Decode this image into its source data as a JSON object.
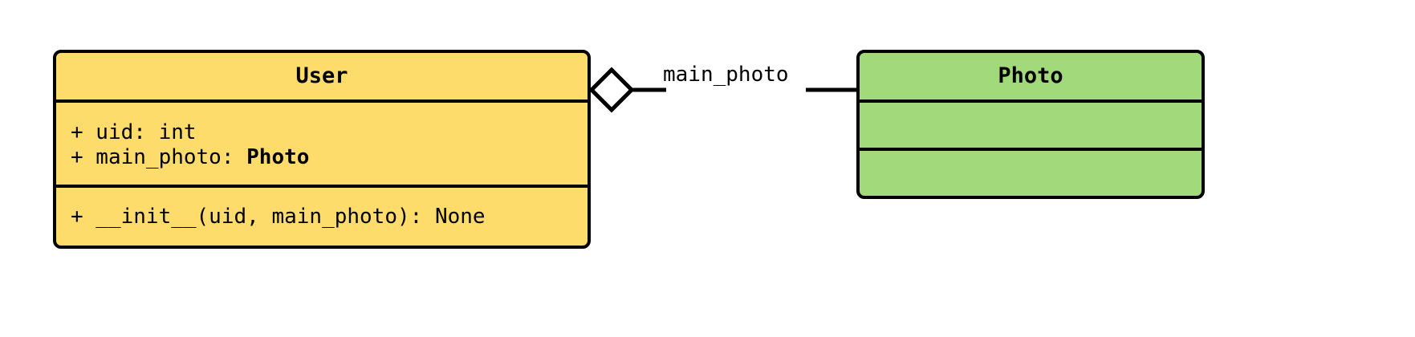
{
  "diagram": {
    "type": "uml-class-diagram",
    "background_color": "#FFFFFF",
    "line_color": "#000000"
  },
  "classes": [
    {
      "id": "user",
      "name": "User",
      "fill_color": "#FDDC6C",
      "attributes": [
        {
          "visibility": "+",
          "text_before": "+ uid: int",
          "name": "uid",
          "type": "int",
          "type_is_class_ref": false
        },
        {
          "visibility": "+",
          "text_before": "+ main_photo: ",
          "name": "main_photo",
          "type": "Photo",
          "type_is_class_ref": true
        }
      ],
      "methods": [
        {
          "visibility": "+",
          "text": "+ __init__(uid, main_photo): None",
          "name": "__init__",
          "params": "uid, main_photo",
          "returns": "None"
        }
      ]
    },
    {
      "id": "photo",
      "name": "Photo",
      "fill_color": "#A2D97B",
      "attributes": [],
      "methods": []
    }
  ],
  "relationships": [
    {
      "id": "user-has-main-photo",
      "kind": "aggregation",
      "source": "User",
      "target": "Photo",
      "label": "main_photo",
      "diamond_fill": "#FFFFFF",
      "diamond_stroke": "#000000"
    }
  ]
}
